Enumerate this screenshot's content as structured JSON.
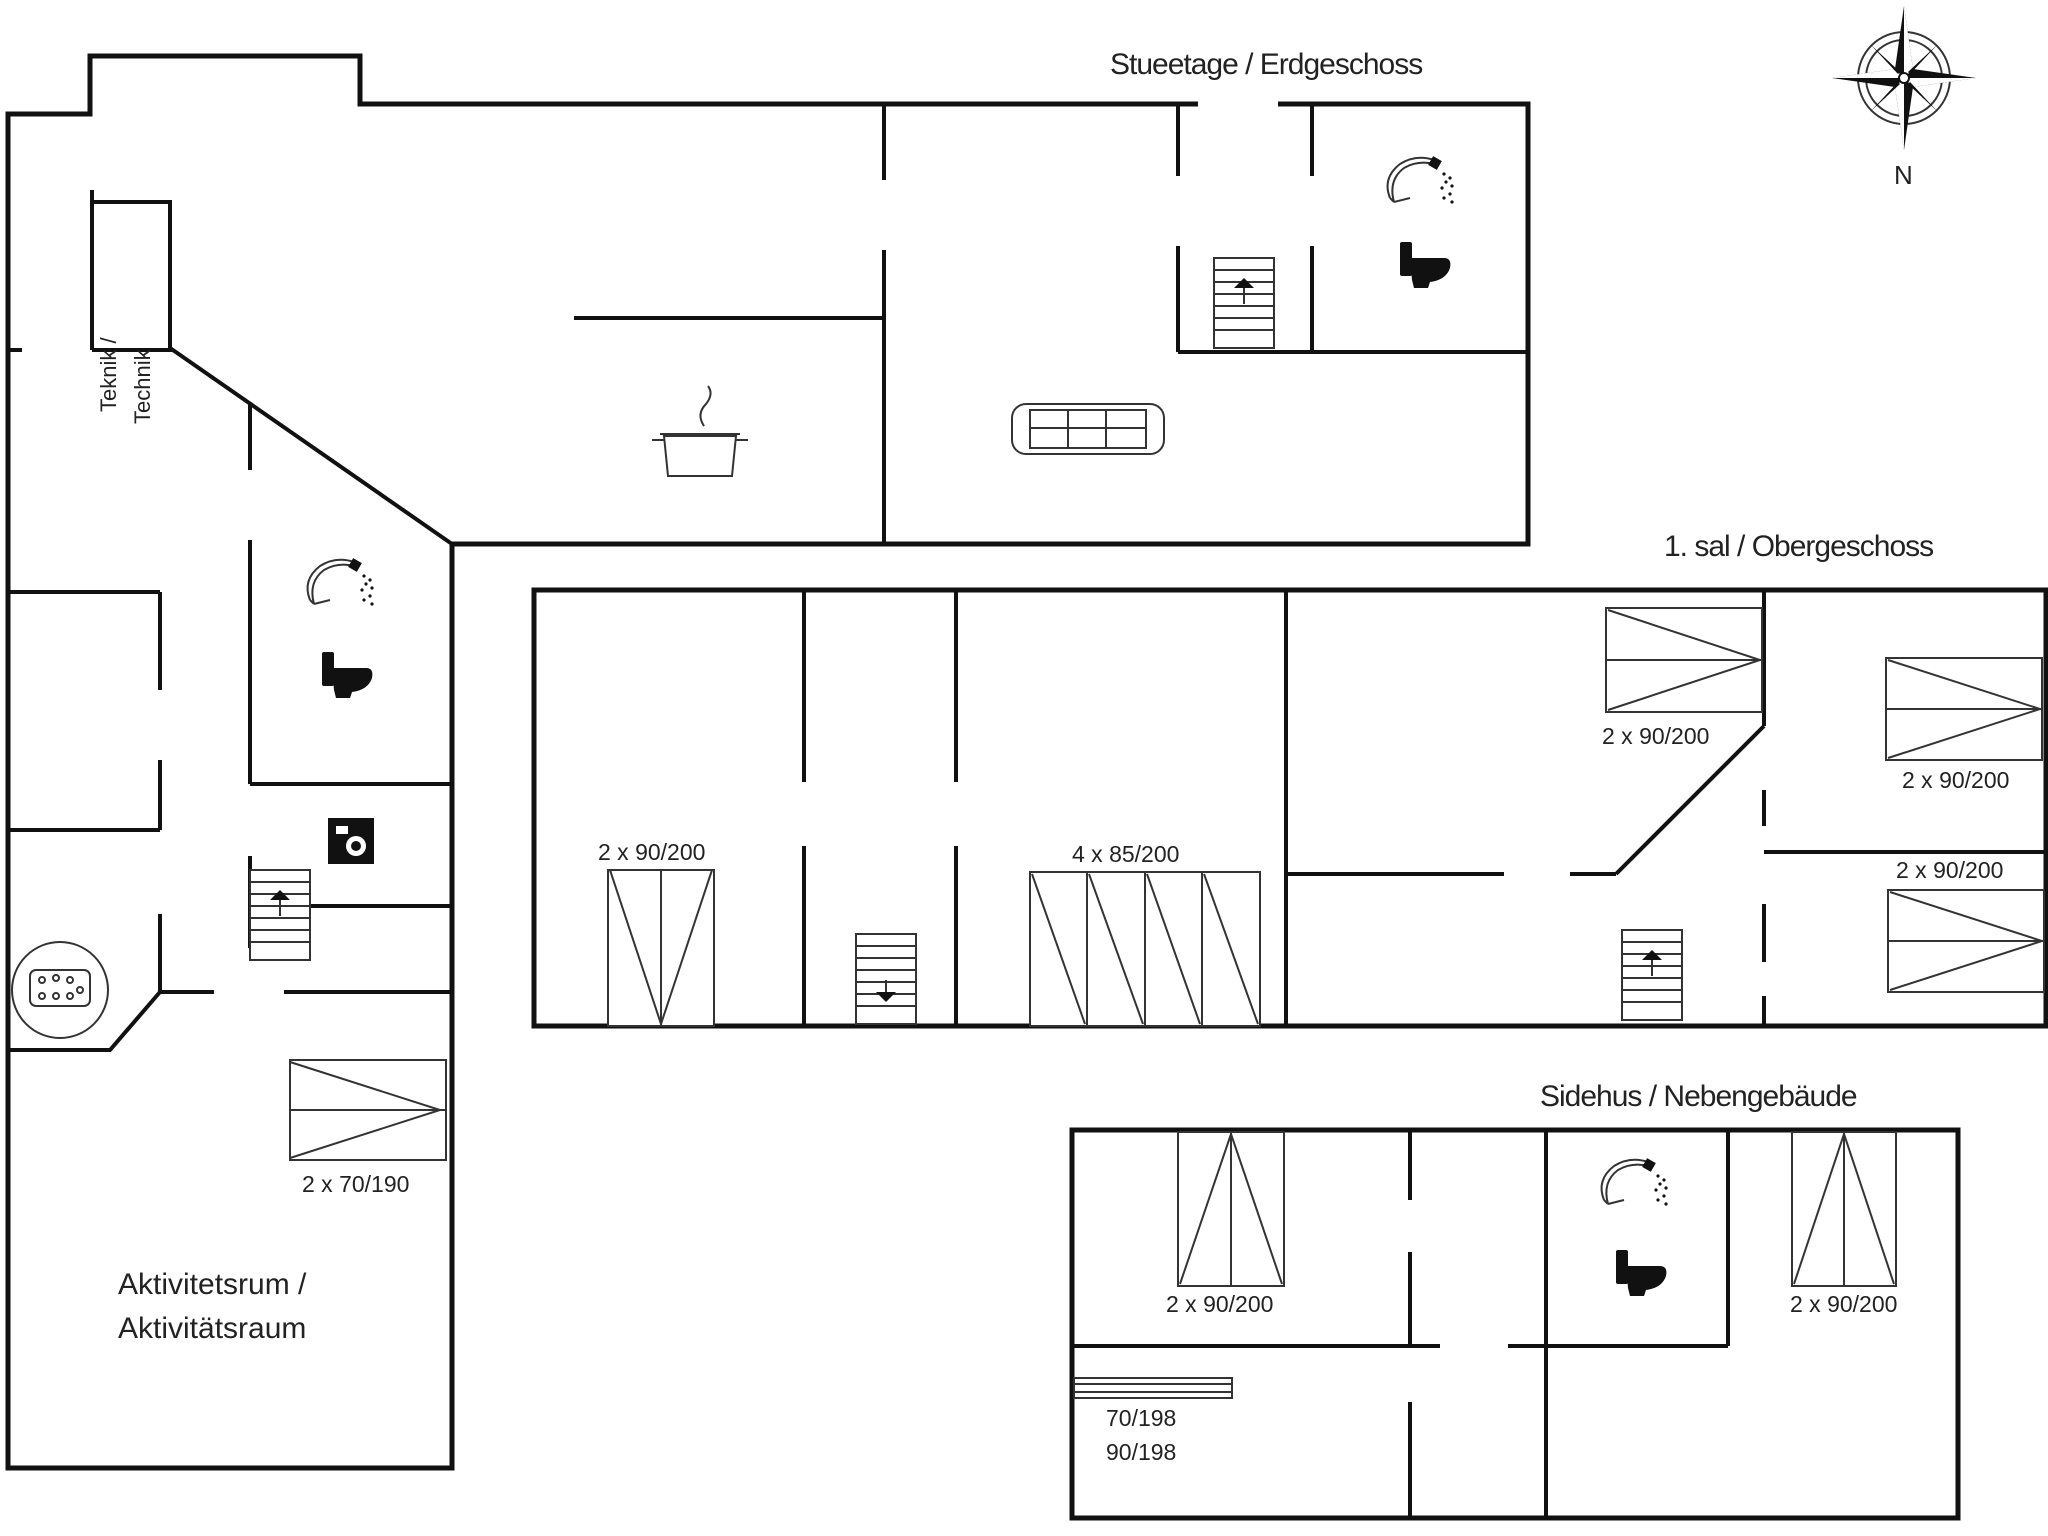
{
  "sections": {
    "ground_floor": "Stueetage / Erdgeschoss",
    "first_floor": "1. sal / Obergeschoss",
    "side_house": "Sidehus / Nebengebäude"
  },
  "compass": {
    "north": "N"
  },
  "rooms": {
    "technik_line1": "Teknik /",
    "technik_line2": "Technik",
    "activity_line1": "Aktivitetsrum /",
    "activity_line2": "Aktivitätsraum"
  },
  "beds": {
    "ground_activity": "2 x 70/190",
    "first_left": "2 x 90/200",
    "first_bunks": "4 x 85/200",
    "first_right_top": "2 x 90/200",
    "first_right_corner": "2 x 90/200",
    "first_right_lower": "2 x 90/200",
    "side_left": "2 x 90/200",
    "side_right": "2 x 90/200",
    "side_bunk_top": "70/198",
    "side_bunk_bottom": "90/198"
  },
  "icons": [
    "compass-rose-icon",
    "shower-icon",
    "toilet-icon",
    "stairs-icon",
    "cooking-pot-icon",
    "sofa-icon",
    "washing-machine-icon",
    "hot-tub-icon",
    "bed-icon"
  ]
}
